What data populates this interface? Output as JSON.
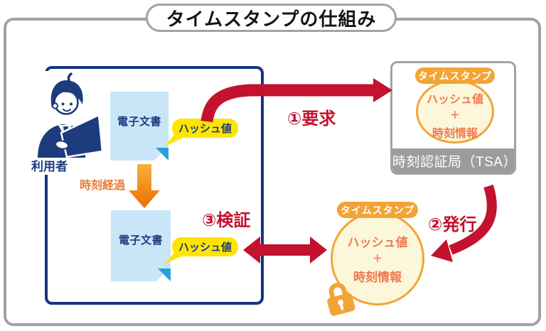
{
  "title": "タイムスタンプの仕組み",
  "user": {
    "label": "利用者"
  },
  "documents": {
    "doc1": {
      "label": "電子文書",
      "hash_label": "ハッシュ値"
    },
    "doc2": {
      "label": "電子文書",
      "hash_label": "ハッシュ値"
    }
  },
  "time_elapse_label": "時刻経過",
  "steps": {
    "request": "①要求",
    "issue": "②発行",
    "verify": "③検証"
  },
  "tsa": {
    "name": "時刻認証局（TSA）",
    "stamp": {
      "label": "タイムスタンプ",
      "hash": "ハッシュ値",
      "plus": "＋",
      "time_info": "時刻情報"
    }
  },
  "issued_stamp": {
    "label": "タイムスタンプ",
    "hash": "ハッシュ値",
    "plus": "＋",
    "time_info": "時刻情報"
  },
  "colors": {
    "navy": "#1c3c7d",
    "red": "#c2122e",
    "orange": "#f2a437",
    "coral_text": "#ef7950",
    "yellow": "#ffe400",
    "doc_blue": "#c9e5f8",
    "frame_gray": "#a2a2a2",
    "bar_gray": "#9c9c9c",
    "cream": "#fcf7da"
  },
  "icons": {
    "person": "user-at-laptop-icon",
    "lock": "padlock-icon"
  }
}
